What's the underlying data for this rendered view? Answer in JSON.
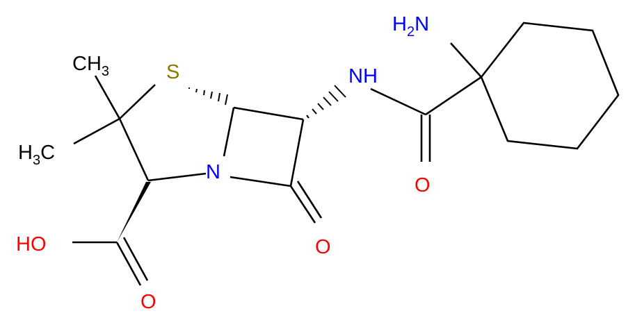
{
  "molecule": {
    "labels": {
      "s1": {
        "text": "S",
        "color": "#8c7a00"
      },
      "n1": {
        "text": "N",
        "color": "#0000ff"
      },
      "nh": {
        "text": "NH",
        "color": "#0000ff"
      },
      "oh": {
        "text": "HO",
        "color": "#ff0000"
      },
      "o1": {
        "text": "O",
        "color": "#ff0000"
      },
      "o2": {
        "text": "O",
        "color": "#ff0000"
      },
      "o3": {
        "text": "O",
        "color": "#ff0000"
      },
      "me1": {
        "text": "CH",
        "sub": "3",
        "color": "#000000"
      },
      "me2": {
        "text": "H",
        "sub": "3",
        "tail": "C",
        "color": "#000000"
      },
      "nh2": {
        "text": "H",
        "sub": "2",
        "tail": "N",
        "color": "#0000ff"
      }
    }
  }
}
